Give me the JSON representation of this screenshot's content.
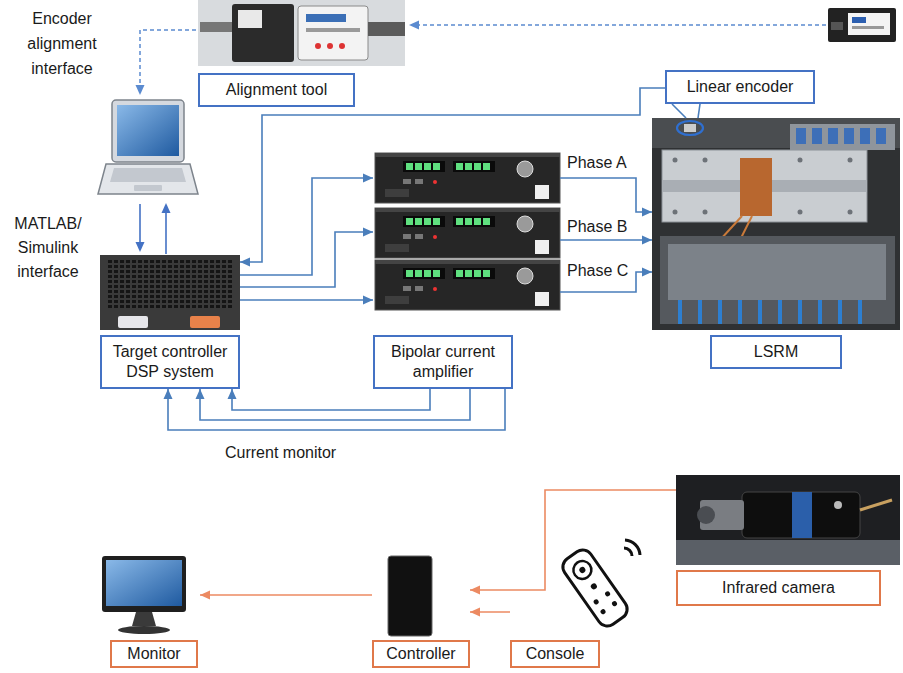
{
  "diagram": {
    "nodes": [
      {
        "text": [
          "Alignment tool"
        ]
      },
      {
        "text": [
          "Linear encoder"
        ]
      },
      {
        "text": [
          "Target controller DSP system"
        ]
      },
      {
        "text": [
          "Bipolar current amplifier"
        ]
      },
      {
        "text": [
          "LSRM"
        ]
      },
      {
        "text": [
          "Infrared camera"
        ]
      },
      {
        "text": [
          "Monitor"
        ]
      },
      {
        "text": [
          "Controller"
        ]
      },
      {
        "text": [
          "Console"
        ]
      }
    ],
    "edges": [
      {
        "from": 1,
        "to": 2,
        "arrow": "to"
      },
      {
        "from": 2,
        "to": 3,
        "arrow": "to"
      },
      {
        "from": 2,
        "to": 3,
        "arrow": "to"
      },
      {
        "from": 2,
        "to": 3,
        "arrow": "to"
      },
      {
        "from": 3,
        "to": 4,
        "arrow": "to",
        "label": "Phase A"
      },
      {
        "from": 3,
        "to": 4,
        "arrow": "to",
        "label": "Phase B"
      },
      {
        "from": 3,
        "to": 4,
        "arrow": "to",
        "label": "Phase C"
      },
      {
        "from": 3,
        "to": 2,
        "arrow": "to"
      },
      {
        "from": 3,
        "to": 2,
        "arrow": "to"
      },
      {
        "from": 3,
        "to": 2,
        "arrow": "to"
      },
      {
        "from": 1,
        "to": 4,
        "arrow": "none"
      },
      {
        "from": 1,
        "to": 4,
        "arrow": "none"
      },
      {
        "from": 5,
        "to": 7,
        "arrow": "to"
      },
      {
        "from": 8,
        "to": 7,
        "arrow": "to"
      },
      {
        "from": 7,
        "to": 6,
        "arrow": "to"
      }
    ],
    "labels": [
      "Encoder alignment interface",
      "MATLAB/ Simulink interface",
      "Current monitor"
    ]
  }
}
